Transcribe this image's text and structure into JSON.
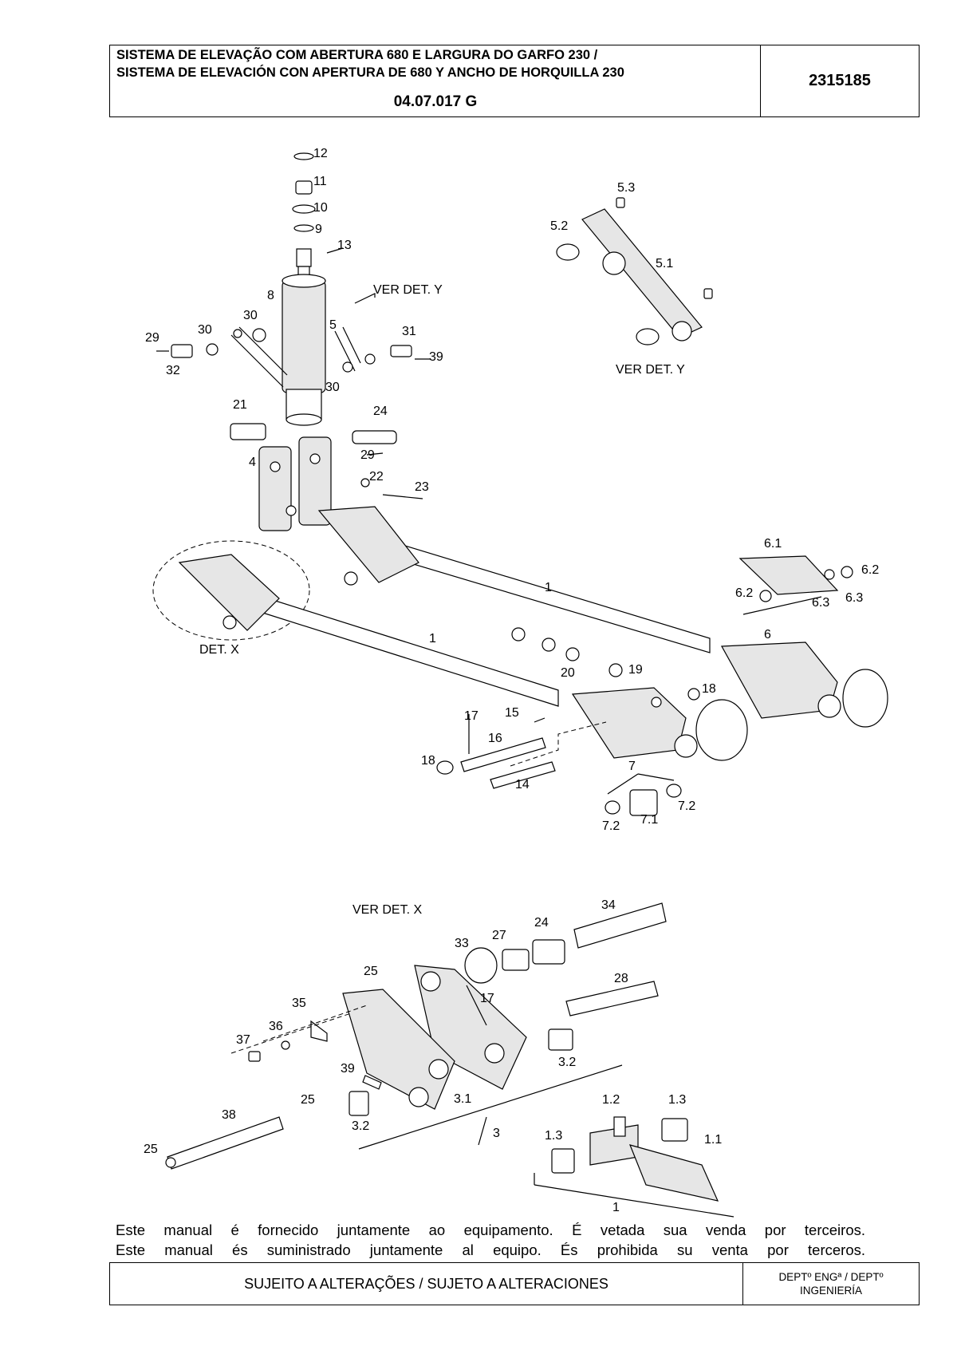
{
  "header": {
    "title_pt": "SISTEMA DE ELEVAÇÃO COM ABERTURA 680 E LARGURA DO GARFO 230 /",
    "title_es": "SISTEMA DE ELEVACIÓN CON APERTURA DE 680 Y ANCHO DE HORQUILLA 230",
    "code": "04.07.017 G",
    "part_number": "2315185"
  },
  "drawing": {
    "labels": {
      "l12": "12",
      "l11": "11",
      "l10": "10",
      "l9": "9",
      "l13": "13",
      "l8": "8",
      "l5": "5",
      "l30a": "30",
      "l30b": "30",
      "l30c": "30",
      "l29a": "29",
      "l32": "32",
      "l31": "31",
      "l39a": "39",
      "l21": "21",
      "l24a": "24",
      "l4": "4",
      "l29b": "29",
      "l22": "22",
      "l23": "23",
      "l53": "5.3",
      "l52": "5.2",
      "l51": "5.1",
      "l61": "6.1",
      "l62a": "6.2",
      "l62b": "6.2",
      "l63a": "6.3",
      "l63b": "6.3",
      "l6": "6",
      "l1a": "1",
      "l1b": "1",
      "l20": "20",
      "l19": "19",
      "l18a": "18",
      "l18b": "18",
      "l17a": "17",
      "l15": "15",
      "l16": "16",
      "l14": "14",
      "l7": "7",
      "l71": "7.1",
      "l72a": "7.2",
      "l72b": "7.2",
      "l34": "34",
      "l33": "33",
      "l27": "27",
      "l24b": "24",
      "l25a": "25",
      "l25b": "25",
      "l25c": "25",
      "l17b": "17",
      "l28": "28",
      "l35": "35",
      "l36": "36",
      "l37": "37",
      "l39b": "39",
      "l31b": "3.1",
      "l32a": "3.2",
      "l32b": "3.2",
      "l3": "3",
      "l38": "38",
      "l12b": "1.2",
      "l13a": "1.3",
      "l13b": "1.3",
      "l11b": "1.1",
      "l1c": "1"
    },
    "notes": {
      "ver_det_y_1": "VER DET. Y",
      "ver_det_y_2": "VER DET. Y",
      "det_x": "DET. X",
      "ver_det_x": "VER DET. X"
    }
  },
  "disclaimer": {
    "line_pt": "Este manual é fornecido juntamente ao equipamento. É vetada sua venda por terceiros.",
    "line_es": "Este manual és suministrado juntamente al equipo. És prohibida su venta por terceros."
  },
  "footer": {
    "subject": "SUJEITO A ALTERAÇÕES / SUJETO A ALTERACIONES",
    "dept_line1": "DEPTº ENGª / DEPTº",
    "dept_line2": "INGENIERÍA"
  }
}
